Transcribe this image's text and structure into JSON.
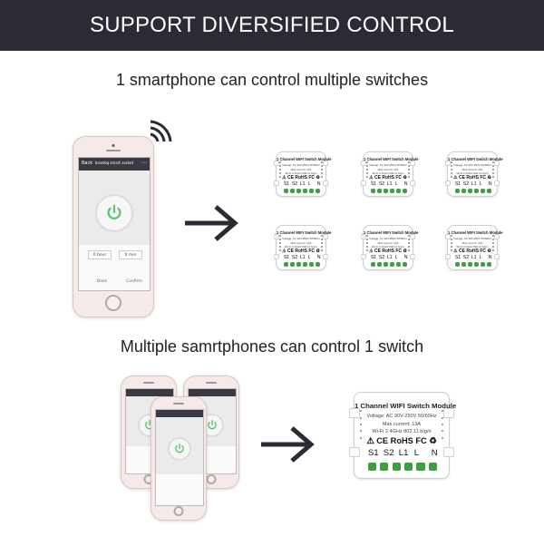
{
  "banner": {
    "title": "SUPPORT DIVERSIFIED CONTROL"
  },
  "captions": {
    "top": "1 smartphone can control multiple switches",
    "bottom": "Multiple samrtphones can control 1 switch"
  },
  "phone_app": {
    "back_label": "Back",
    "screen_title": "Innoteq smart socket",
    "timer_left": "0 hour",
    "timer_right": "0 min",
    "cancel_label": "Back",
    "confirm_label": "Confirm"
  },
  "module": {
    "title": "1 Channel WIFI Switch Module",
    "voltage": "Voltage: AC 90V-250V 50/60Hz",
    "current": "Max current: 13A",
    "wifi": "Wi-Fi 2.4GHz  802.11 b/g/n",
    "certs": "⚠ CE RoHS FC ♻",
    "terminals": [
      "S1",
      "S2",
      "L1",
      "L",
      "N"
    ]
  },
  "colors": {
    "banner_bg": "#2b2b35",
    "arrow": "#2b2b35",
    "pin_green": "#3ca040",
    "power_icon": "#5cc46a",
    "phone_body": "#f5eae7"
  },
  "icons": {
    "wifi": "wifi-signal-icon",
    "arrow": "right-arrow-icon",
    "power": "power-icon"
  }
}
